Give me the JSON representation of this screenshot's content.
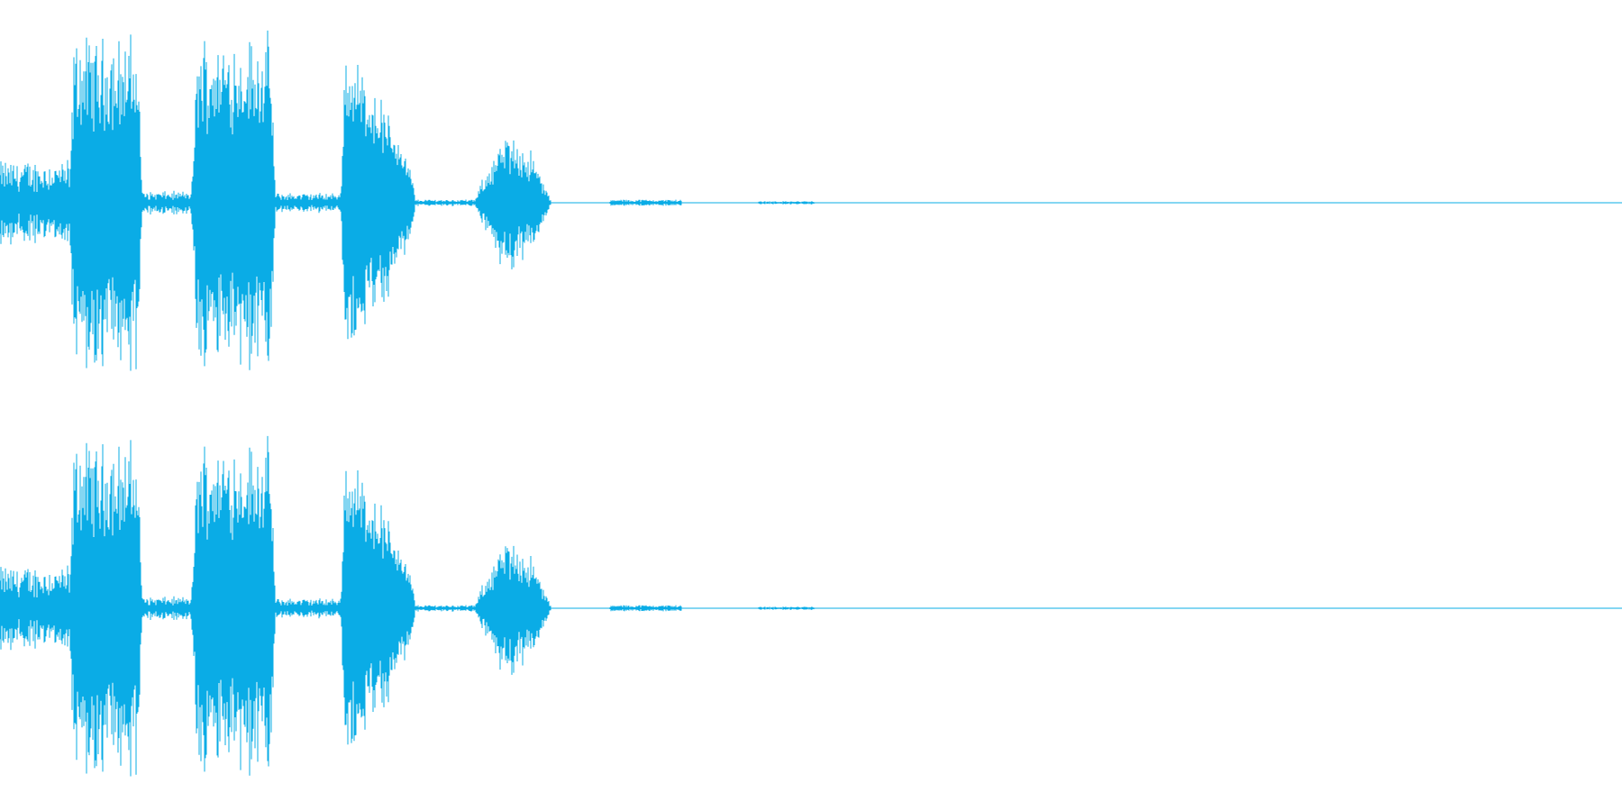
{
  "waveform": {
    "color": "#0aace6",
    "channels": [
      "left",
      "right"
    ],
    "bursts": [
      {
        "start": 0.0,
        "end": 0.042,
        "amplitude": 0.26,
        "shape": "noise"
      },
      {
        "start": 0.042,
        "end": 0.088,
        "amplitude": 1.0,
        "shape": "sustain"
      },
      {
        "start": 0.088,
        "end": 0.118,
        "amplitude": 0.07,
        "shape": "noise"
      },
      {
        "start": 0.118,
        "end": 0.17,
        "amplitude": 1.0,
        "shape": "sustain"
      },
      {
        "start": 0.17,
        "end": 0.21,
        "amplitude": 0.06,
        "shape": "noise"
      },
      {
        "start": 0.21,
        "end": 0.256,
        "amplitude": 1.0,
        "shape": "decay"
      },
      {
        "start": 0.256,
        "end": 0.292,
        "amplitude": 0.02,
        "shape": "noise"
      },
      {
        "start": 0.292,
        "end": 0.34,
        "amplitude": 0.42,
        "shape": "swell"
      },
      {
        "start": 0.376,
        "end": 0.42,
        "amplitude": 0.02,
        "shape": "noise"
      },
      {
        "start": 0.468,
        "end": 0.502,
        "amplitude": 0.01,
        "shape": "noise"
      }
    ]
  }
}
